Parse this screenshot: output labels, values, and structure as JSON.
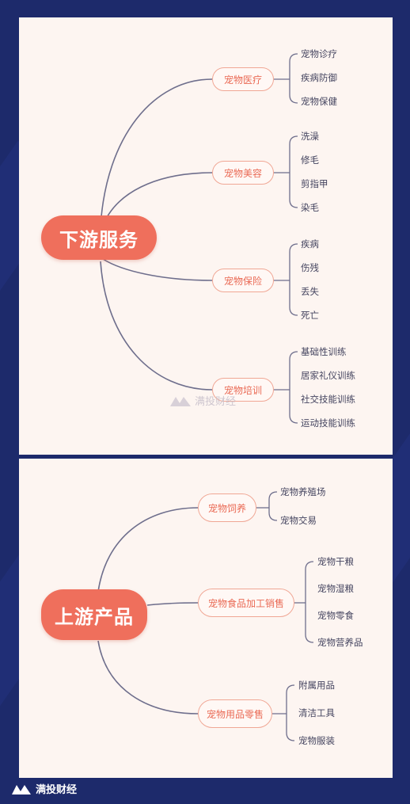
{
  "colors": {
    "background": "#1d2a6b",
    "panel": "#fdf5f1",
    "root_fill": "#ef6f5c",
    "branch_border": "#f0a795",
    "branch_text": "#ea6a55",
    "line": "#6e6e8c",
    "leaf_text": "#454560"
  },
  "downstream": {
    "root": "下游服务",
    "branches": [
      {
        "label": "宠物医疗",
        "leaves": [
          "宠物诊疗",
          "疾病防御",
          "宠物保健"
        ]
      },
      {
        "label": "宠物美容",
        "leaves": [
          "洗澡",
          "修毛",
          "剪指甲",
          "染毛"
        ]
      },
      {
        "label": "宠物保险",
        "leaves": [
          "疾病",
          "伤残",
          "丢失",
          "死亡"
        ]
      },
      {
        "label": "宠物培训",
        "leaves": [
          "基础性训练",
          "居家礼仪训练",
          "社交技能训练",
          "运动技能训练"
        ]
      }
    ]
  },
  "upstream": {
    "root": "上游产品",
    "branches": [
      {
        "label": "宠物饲养",
        "leaves": [
          "宠物养殖场",
          "宠物交易"
        ]
      },
      {
        "label": "宠物食品加工销售",
        "leaves": [
          "宠物干粮",
          "宠物湿粮",
          "宠物零食",
          "宠物营养品"
        ]
      },
      {
        "label": "宠物用品零售",
        "leaves": [
          "附属用品",
          "清洁工具",
          "宠物服装"
        ]
      }
    ]
  },
  "watermark": {
    "text": "满投财经",
    "icon": "mountain-logo-icon"
  },
  "footer": {
    "brand": "满投财经",
    "icon": "mountain-logo-icon"
  }
}
